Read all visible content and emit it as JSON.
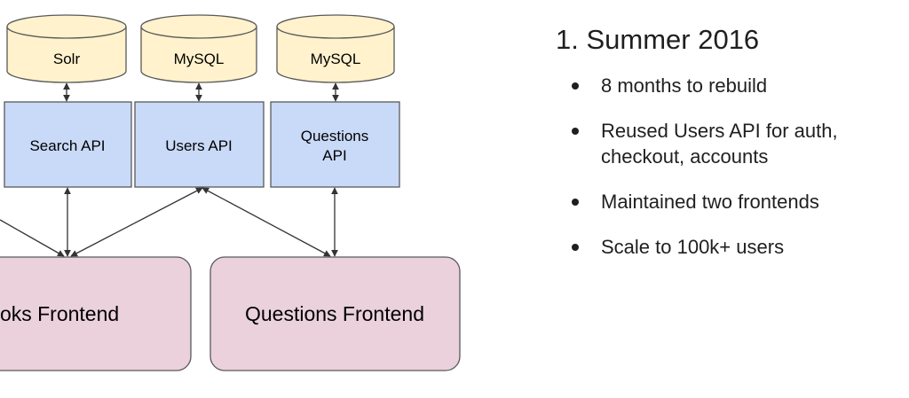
{
  "diagram": {
    "databases": [
      {
        "id": "db-solr",
        "label": "Solr"
      },
      {
        "id": "db-users",
        "label": "MySQL"
      },
      {
        "id": "db-questions",
        "label": "MySQL"
      }
    ],
    "apis": [
      {
        "id": "api-search",
        "lines": [
          "Search API"
        ]
      },
      {
        "id": "api-users",
        "lines": [
          "Users API"
        ]
      },
      {
        "id": "api-questions",
        "lines": [
          "Questions",
          "API"
        ]
      }
    ],
    "frontends": [
      {
        "id": "fe-books",
        "label": "Books Frontend"
      },
      {
        "id": "fe-questions",
        "label": "Questions Frontend"
      }
    ],
    "colors": {
      "database_fill": "#fff2cc",
      "api_fill": "#c9daf8",
      "frontend_fill": "#ead1dc",
      "stroke": "#595959",
      "connector": "#333333"
    }
  },
  "panel": {
    "title": "1. Summer 2016",
    "bullets": [
      "8 months to rebuild",
      "Reused Users API for auth, checkout, accounts",
      "Maintained two frontends",
      "Scale to 100k+ users"
    ]
  }
}
